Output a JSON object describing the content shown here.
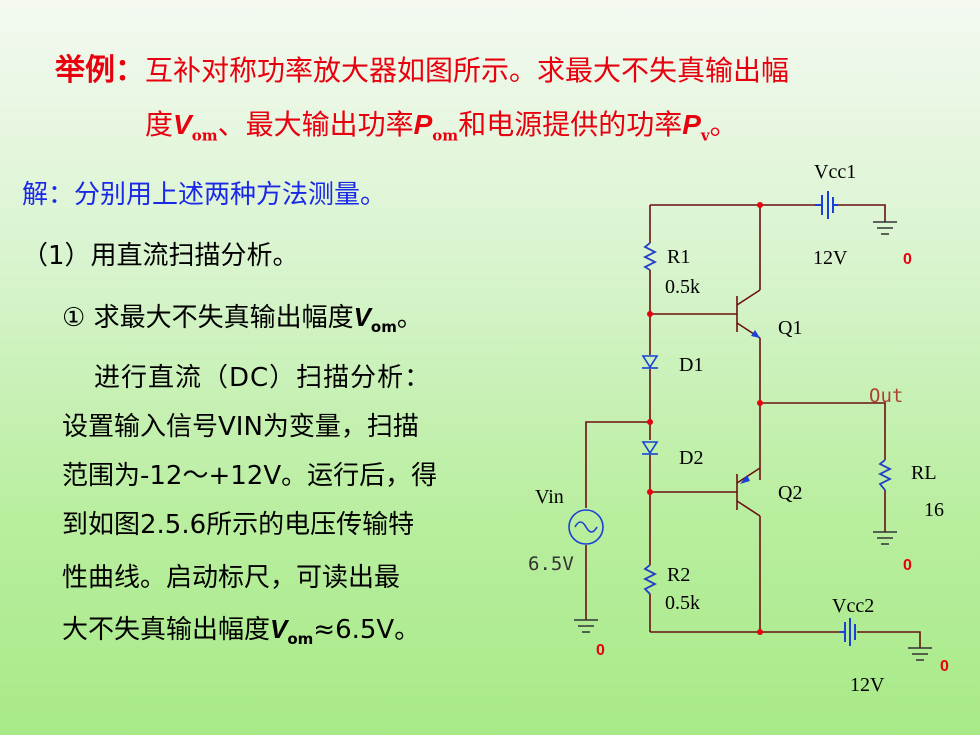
{
  "title": {
    "lead": "举例：",
    "text1": "互补对称功率放大器如图所示。求最大不失真输出幅",
    "text2a": "度",
    "var_v": "V",
    "sub_om": "om",
    "text2b": "、最大输出功率",
    "var_p": "P",
    "text2c": "和电源提供的功率",
    "sub_v": "v",
    "text2d": "。"
  },
  "content": {
    "line1": "解：分别用上述两种方法测量。",
    "line2": "（1）用直流扫描分析。",
    "line3a": "① 求最大不失真输出幅度",
    "line3b": "。",
    "line4": "进行直流（DC）扫描分析：",
    "line5": "设置输入信号VIN为变量，扫描",
    "line6": "范围为-12～+12V。运行后，得",
    "line7": "到如图2.5.6所示的电压传输特",
    "line8": "性曲线。启动标尺，可读出最",
    "line9a": "大不失真输出幅度",
    "line9b": "≈6.5V。"
  },
  "circuit": {
    "vcc1": "Vcc1",
    "vcc1_value": "12V",
    "r1": "R1",
    "r1_value": "0.5k",
    "q1": "Q1",
    "d1": "D1",
    "out": "Out",
    "d2": "D2",
    "rl": "RL",
    "rl_value": "16",
    "q2": "Q2",
    "vin": "Vin",
    "vin_value": "6.5V",
    "r2": "R2",
    "r2_value": "0.5k",
    "vcc2": "Vcc2",
    "vcc2_value": "12V",
    "ground": "0"
  },
  "colors": {
    "title": "#e8000f",
    "text": "#1a28e8",
    "wire": "#6b1010",
    "node": "#e8000f"
  }
}
